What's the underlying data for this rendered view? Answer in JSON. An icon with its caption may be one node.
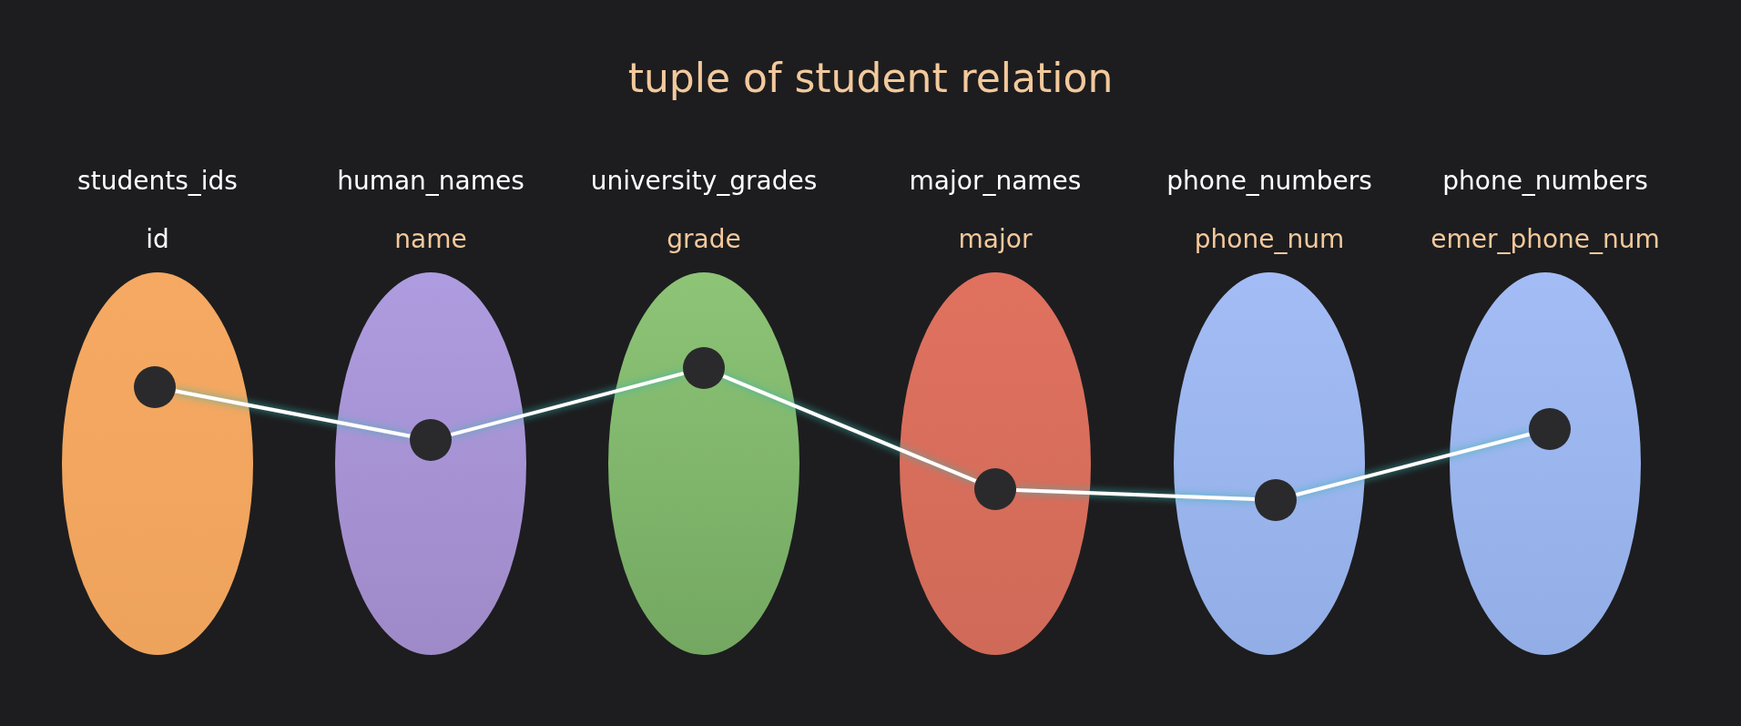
{
  "diagram": {
    "title": "tuple of student relation",
    "nodes": [
      {
        "text": [
          "students_ids",
          "id"
        ]
      },
      {
        "text": [],
        "shape": "circle",
        "in": 0
      },
      {
        "text": [
          "human_names",
          "name"
        ]
      },
      {
        "text": [],
        "shape": "circle",
        "in": 2
      },
      {
        "text": [
          "university_grades",
          "grade"
        ]
      },
      {
        "text": [],
        "shape": "circle",
        "in": 4
      },
      {
        "text": [
          "major_names",
          "major"
        ]
      },
      {
        "text": [],
        "shape": "circle",
        "in": 6
      },
      {
        "text": [
          "phone_numbers",
          "phone_num"
        ]
      },
      {
        "text": [],
        "shape": "circle",
        "in": 8
      },
      {
        "text": [
          "phone_numbers",
          "emer_phone_num"
        ]
      },
      {
        "text": [],
        "shape": "circle",
        "in": 10
      }
    ],
    "edges": [
      {
        "from": 1,
        "to": 3,
        "arrow": "none"
      },
      {
        "from": 3,
        "to": 5,
        "arrow": "none"
      },
      {
        "from": 5,
        "to": 7,
        "arrow": "none"
      },
      {
        "from": 7,
        "to": 9,
        "arrow": "none"
      },
      {
        "from": 9,
        "to": 11,
        "arrow": "none"
      }
    ]
  }
}
